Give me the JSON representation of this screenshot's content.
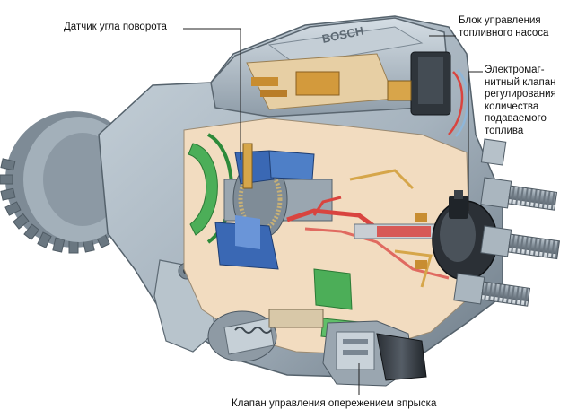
{
  "labels": {
    "angle_sensor": "Датчик угла поворота",
    "pump_control_unit": [
      "Блок управления",
      "топливного насоса"
    ],
    "solenoid_valve": [
      "Электромаг-",
      "нитный клапан",
      "регулирования",
      "количества",
      "подаваемого",
      "топлива"
    ],
    "timing_valve": "Клапан управления опережением впрыска"
  },
  "housing_logo": "BOSCH",
  "colors": {
    "housing": "#a9b6c1",
    "housing_dark": "#6f7d89",
    "cutaway": "#f2dcc0",
    "fuel_red": "#d9443f",
    "green_part": "#4cae58",
    "blue_part": "#3a68b4",
    "gold_part": "#d6a64a",
    "leader": "#222222"
  }
}
